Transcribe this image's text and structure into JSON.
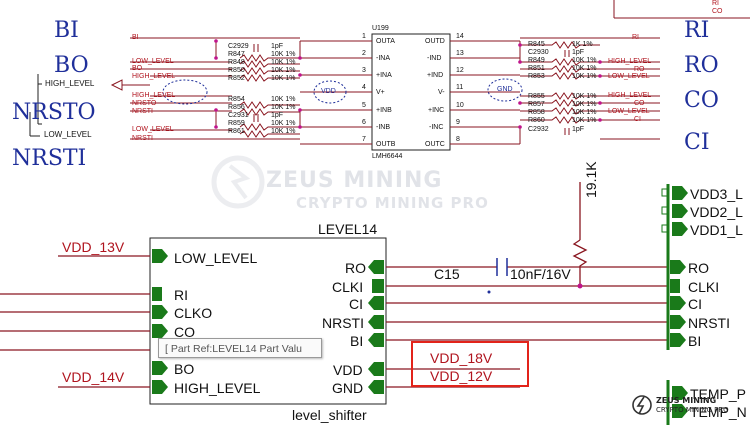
{
  "left_nets": [
    {
      "label": "BI",
      "color": "#1f2f9a"
    },
    {
      "label": "BO",
      "color": "#1f2f9a"
    },
    {
      "label": "NRSTO",
      "color": "#1f2f9a"
    },
    {
      "label": "NRSTI",
      "color": "#1f2f9a"
    }
  ],
  "right_nets": [
    {
      "label": "RI"
    },
    {
      "label": "RO"
    },
    {
      "label": "CO"
    },
    {
      "label": "CI"
    }
  ],
  "switch_labels": {
    "high": "HIGH_LEVEL",
    "low": "LOW_LEVEL"
  },
  "ic": {
    "refdes": "U199",
    "part": "LMH6644",
    "left_pins": [
      {
        "name": "OUTA",
        "num": "1"
      },
      {
        "name": "-INA",
        "num": "2"
      },
      {
        "name": "+INA",
        "num": "3"
      },
      {
        "name": "V+",
        "num": "4"
      },
      {
        "name": "+INB",
        "num": "5"
      },
      {
        "name": "-INB",
        "num": "6"
      },
      {
        "name": "OUTB",
        "num": "7"
      }
    ],
    "right_pins": [
      {
        "name": "OUTD",
        "num": "14"
      },
      {
        "name": "-IND",
        "num": "13"
      },
      {
        "name": "+IND",
        "num": "12"
      },
      {
        "name": "V-",
        "num": "11"
      },
      {
        "name": "+INC",
        "num": "10"
      },
      {
        "name": "-INC",
        "num": "9"
      },
      {
        "name": "OUTC",
        "num": "8"
      }
    ],
    "vdd_label": "VDD",
    "gnd_label": "GND"
  },
  "left_small_nets": [
    "BI",
    "LOW_LEVEL",
    "BO",
    "HIGH_LEVEL",
    "HIGH_LEVEL",
    "NRSTO",
    "NRSTI",
    "LOW_LEVEL",
    "NRSTI"
  ],
  "left_parts": [
    {
      "ref": "C2929",
      "val": "1pF"
    },
    {
      "ref": "R847",
      "val": "10K 1%"
    },
    {
      "ref": "R848",
      "val": "10K 1%"
    },
    {
      "ref": "R850",
      "val": "10K 1%"
    },
    {
      "ref": "R852",
      "val": "10K 1%"
    },
    {
      "ref": "R854",
      "val": "10K 1%"
    },
    {
      "ref": "R856",
      "val": "10K 1%"
    },
    {
      "ref": "C2931",
      "val": "1pF"
    },
    {
      "ref": "R859",
      "val": "10K 1%"
    },
    {
      "ref": "R861",
      "val": "10K 1%"
    }
  ],
  "right_small_nets": [
    "RI",
    "HIGH_LEVEL",
    "RO",
    "LOW_LEVEL",
    "HIGH_LEVEL",
    "CO",
    "LOW_LEVEL",
    "CI"
  ],
  "right_parts": [
    {
      "ref": "R845",
      "val": "1K 1%"
    },
    {
      "ref": "C2930",
      "val": "1pF"
    },
    {
      "ref": "R849",
      "val": "10K 1%"
    },
    {
      "ref": "R851",
      "val": "10K 1%"
    },
    {
      "ref": "R853",
      "val": "10K 1%"
    },
    {
      "ref": "R855",
      "val": "10K 1%"
    },
    {
      "ref": "R857",
      "val": "10K 1%"
    },
    {
      "ref": "R858",
      "val": "10K 1%"
    },
    {
      "ref": "R860",
      "val": "10K 1%"
    },
    {
      "ref": "C2932",
      "val": "1pF"
    }
  ],
  "block": {
    "title": "LEVEL14",
    "subtitle": "level_shifter",
    "left_ports": [
      "LOW_LEVEL",
      "RI",
      "CLKO",
      "CO",
      "BO",
      "HIGH_LEVEL"
    ],
    "right_ports": [
      "RO",
      "CLKI",
      "CI",
      "NRSTI",
      "BI",
      "VDD",
      "GND"
    ]
  },
  "supply_nets": {
    "vdd13": "VDD_13V",
    "vdd14": "VDD_14V",
    "vdd18": "VDD_18V",
    "vdd12": "VDD_12V"
  },
  "c15": {
    "ref": "C15",
    "value": "10nF/16V"
  },
  "resistor_vertical": "19.1K",
  "connector_ports": [
    "RO",
    "CLKI",
    "CI",
    "NRSTI",
    "BI"
  ],
  "vdd_ports": [
    "VDD3_L",
    "VDD2_L",
    "VDD1_L"
  ],
  "temp_ports": [
    "TEMP_P",
    "TEMP_N"
  ],
  "tooltip": "[ Part Ref:LEVEL14 Part Valu",
  "top_right_nets": [
    "RI",
    "CO"
  ],
  "watermark": {
    "line1": "ZEUS MINING",
    "line2": "CRYPTO MINING PRO"
  },
  "logo": {
    "line1": "ZEUS MINING",
    "line2": "CRYPTO MINING PRO"
  },
  "colors": {
    "wire_red": "#b0141e",
    "pin_green": "#1a7a1a",
    "net_blue": "#1f2f9a",
    "highlight": "#e2231a",
    "junction": "#c0148c"
  }
}
